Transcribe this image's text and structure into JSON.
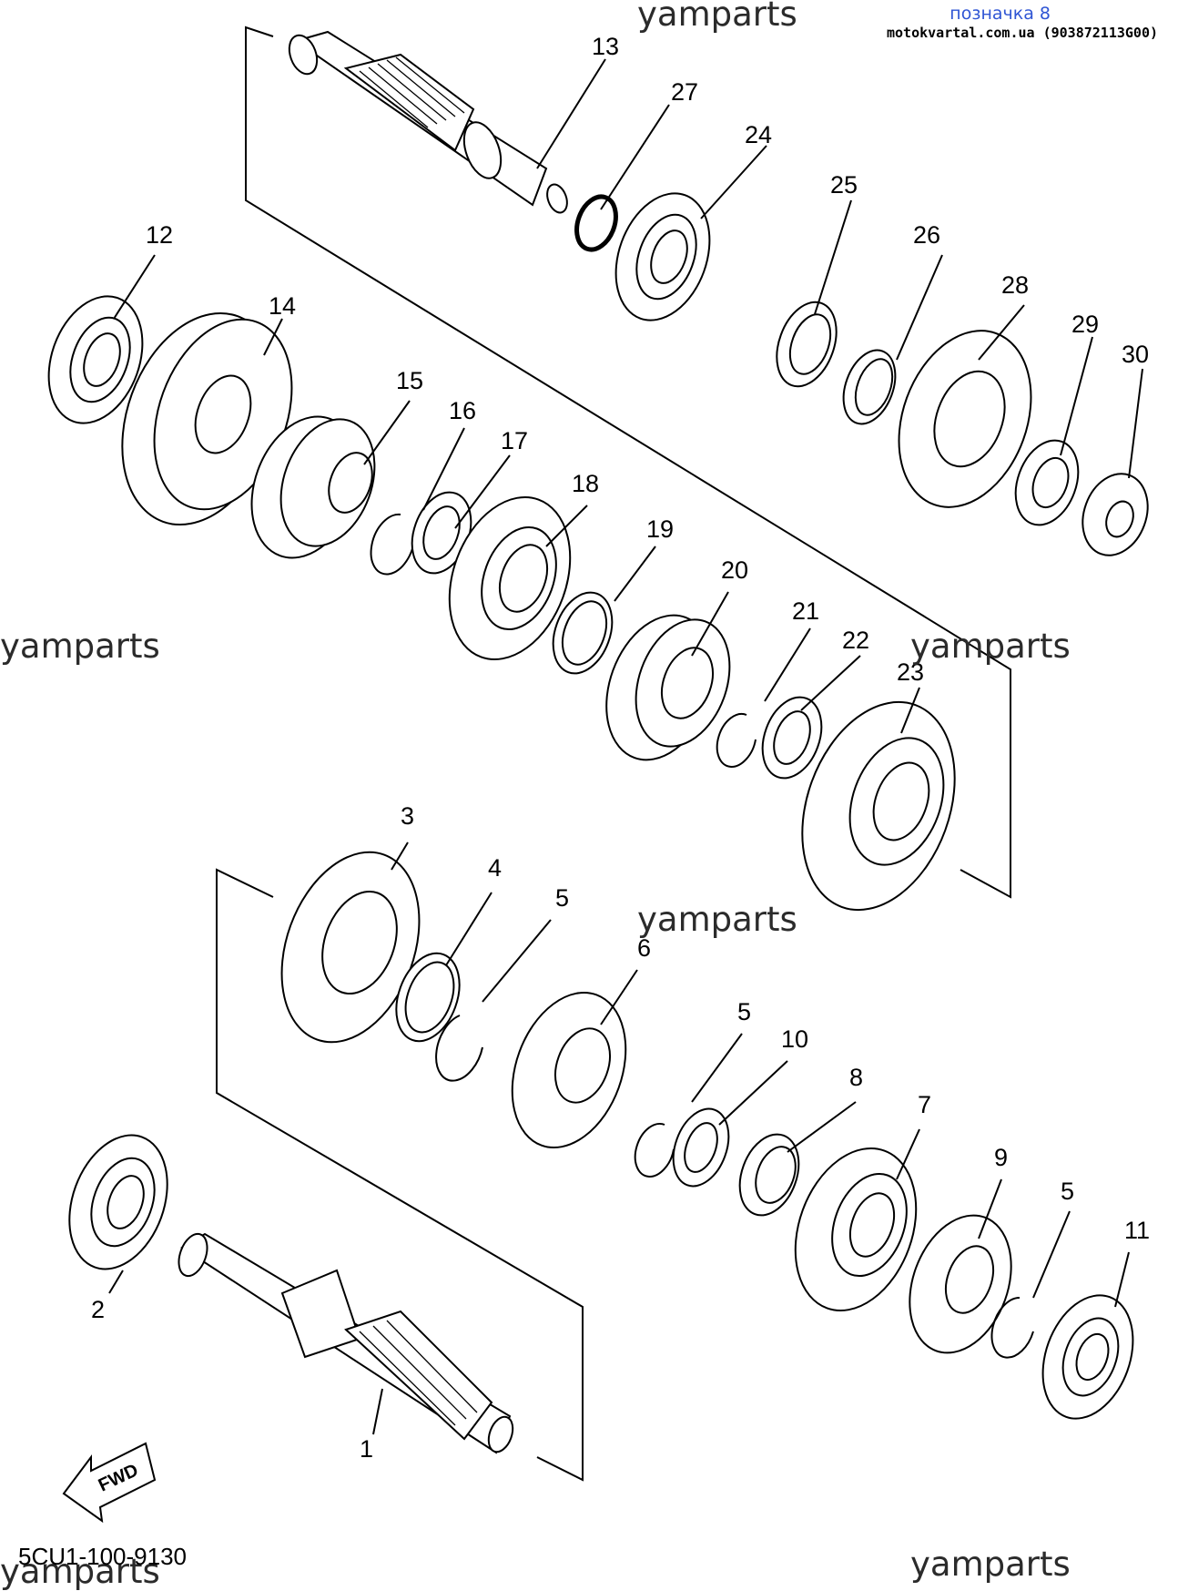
{
  "header": {
    "tag": "позначка 8",
    "source": "motokvartal.com.ua (903872113G00)"
  },
  "watermark": "yamparts",
  "drawing_code": "5CU1-100-9130",
  "fwd_label": "FWD",
  "callouts": [
    "1",
    "2",
    "3",
    "4",
    "5",
    "6",
    "7",
    "8",
    "9",
    "10",
    "11",
    "12",
    "13",
    "14",
    "15",
    "16",
    "17",
    "18",
    "19",
    "20",
    "21",
    "22",
    "23",
    "24",
    "25",
    "26",
    "27",
    "28",
    "29",
    "30"
  ]
}
